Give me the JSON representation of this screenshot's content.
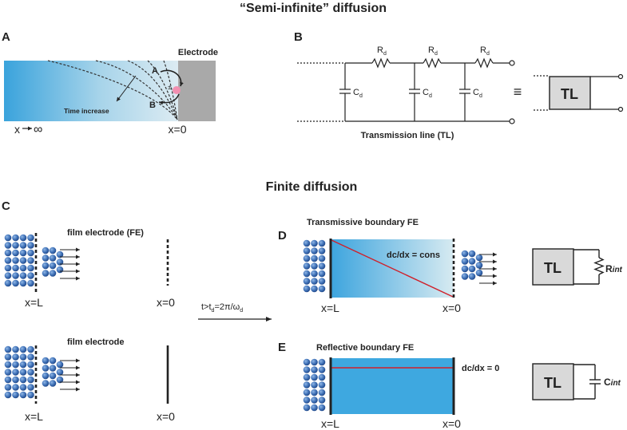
{
  "title_top": "“Semi-infinite” diffusion",
  "title_mid": "Finite diffusion",
  "panel_labels": {
    "A": "A",
    "B": "B",
    "C": "C",
    "D": "D",
    "E": "E"
  },
  "panelA": {
    "electrode": "Electrode",
    "point_a": "A",
    "point_b": "B",
    "time_increase": "Time increase",
    "x_inf": "x",
    "x_inf_symbol": "∞",
    "x_zero": "x=0",
    "plus_minus": "±"
  },
  "panelB": {
    "resistor": "R",
    "resistor_sub": "d",
    "capacitor": "C",
    "capacitor_sub": "d",
    "caption": "Transmission line (TL)",
    "equiv": "≡",
    "tl_box": "TL"
  },
  "panelC": {
    "film_fe": "film electrode (FE)",
    "film": "film electrode",
    "x_l": "x=L",
    "x_zero": "x=0"
  },
  "arrow": {
    "t": "t>t",
    "t_sub": "d",
    "rhs": "=2π/ω",
    "rhs_sub": "d"
  },
  "panelD": {
    "title": "Transmissive boundary FE",
    "gradient": "dc/dx = cons",
    "x_l": "x=L",
    "x_zero": "x=0",
    "tl_box": "TL",
    "r": "R",
    "r_sub": "int"
  },
  "panelE": {
    "title": "Reflective boundary FE",
    "gradient": "dc/dx = 0",
    "x_l": "x=L",
    "x_zero": "x=0",
    "tl_box": "TL",
    "c": "C",
    "c_sub": "int"
  }
}
